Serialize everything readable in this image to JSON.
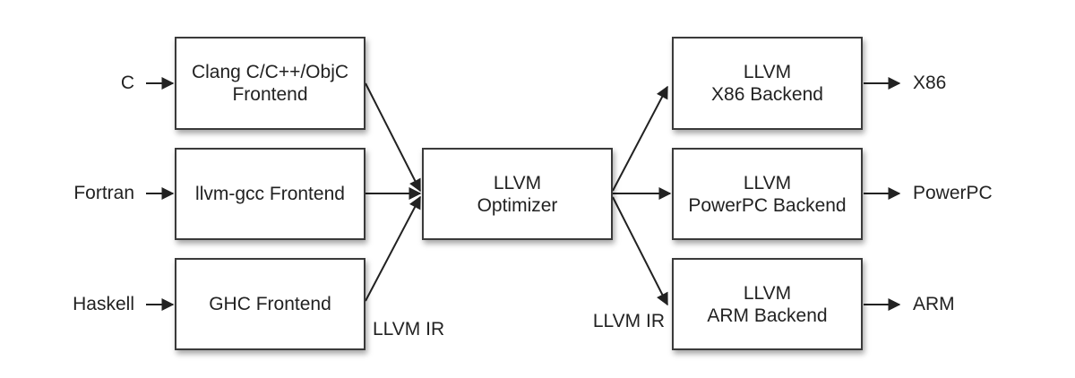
{
  "inputs": {
    "c": "C",
    "fortran": "Fortran",
    "haskell": "Haskell"
  },
  "frontends": {
    "clang": {
      "line1": "Clang C/C++/ObjC",
      "line2": "Frontend"
    },
    "llvm_gcc": {
      "line1": "llvm-gcc Frontend"
    },
    "ghc": {
      "line1": "GHC Frontend"
    }
  },
  "optimizer": {
    "line1": "LLVM",
    "line2": "Optimizer"
  },
  "backends": {
    "x86": {
      "line1": "LLVM",
      "line2": "X86 Backend"
    },
    "powerpc": {
      "line1": "LLVM",
      "line2": "PowerPC Backend"
    },
    "arm": {
      "line1": "LLVM",
      "line2": "ARM Backend"
    }
  },
  "outputs": {
    "x86": "X86",
    "powerpc": "PowerPC",
    "arm": "ARM"
  },
  "ir_labels": {
    "left": "LLVM IR",
    "right": "LLVM IR"
  },
  "colors": {
    "stroke": "#3a3a3a",
    "text": "#222222",
    "background": "#ffffff"
  }
}
